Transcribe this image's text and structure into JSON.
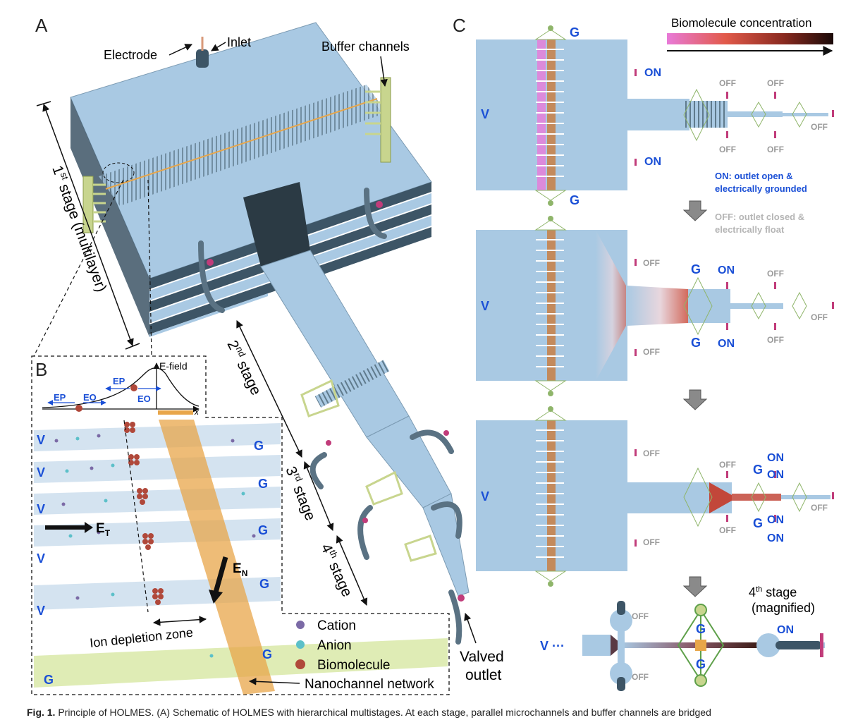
{
  "panels": {
    "a": "A",
    "b": "B",
    "c": "C"
  },
  "panel_a": {
    "electrode": "Electrode",
    "inlet": "Inlet",
    "buffer_channels": "Buffer channels",
    "stage1": "st",
    "stage1_pre": "1",
    "stage1_post": " stage (multilayer)",
    "stage2_pre": "2",
    "stage2_sup": "nd",
    "stage2_post": " stage",
    "stage3_pre": "3",
    "stage3_sup": "rd",
    "stage3_post": " stage",
    "stage4_pre": "4",
    "stage4_sup": "th",
    "stage4_post": " stage",
    "valved": "Valved",
    "outlet": "outlet"
  },
  "panel_b": {
    "efield": "E-field",
    "ep": "EP",
    "eo": "EO",
    "x": "x",
    "v": "V",
    "g": "G",
    "et_main": "E",
    "et_sub": "T",
    "en_main": "E",
    "en_sub": "N",
    "ion_depletion": "Ion depletion zone",
    "nanochannel": "Nanochannel network",
    "legend": [
      "Cation",
      "Anion",
      "Biomolecule"
    ]
  },
  "panel_c": {
    "concentration": "Biomolecule concentration",
    "on": "ON",
    "off": "OFF",
    "g": "G",
    "v": "V",
    "v_dots": "V ···",
    "legend_on_1": "ON: outlet open &",
    "legend_on_2": "electrically grounded",
    "legend_off_1": "OFF: outlet closed &",
    "legend_off_2": "electrically float",
    "fourth_1": "4",
    "fourth_sup": "th",
    "fourth_2": " stage",
    "fourth_3": "(magnified)"
  },
  "caption": {
    "fig": "Fig. 1.",
    "text": "Principle of HOLMES. (A) Schematic of HOLMES with hierarchical multistages. At each stage, parallel microchannels and buffer channels are bridged"
  },
  "colors": {
    "channel": "#a9c9e3",
    "channel_dark": "#3d5566",
    "accent_blue": "#1a4fd6",
    "off_gray": "#9a9a9a",
    "nano_orange": "#e8a64a",
    "buffer_green": "#c8d58e",
    "biomolecule": "#b0483a",
    "cation": "#7b6aa6",
    "anion": "#5cc0c9",
    "valve": "#c13c7a"
  }
}
